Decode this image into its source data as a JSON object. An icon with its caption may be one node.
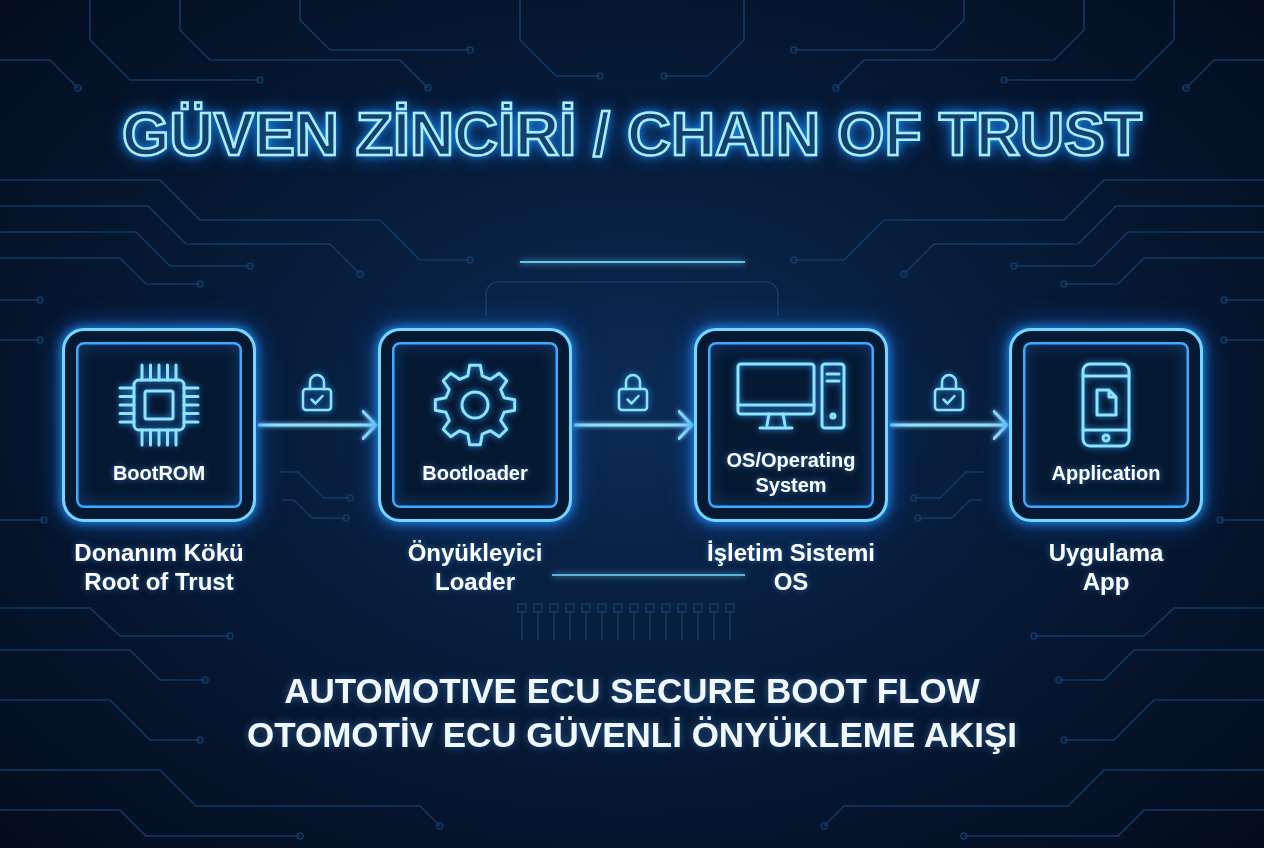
{
  "diagram": {
    "title": "GÜVEN ZİNCİRİ / CHAIN OF TRUST",
    "caption": "AUTOMOTIVE ECU SECURE BOOT FLOW OTOMOTİV ECU GÜVENLİ ÖNYÜKLEME AKIŞI",
    "nodes": [
      {
        "text": [
          "BootROM"
        ],
        "beside": [
          "Donanım Kökü",
          "Root of Trust"
        ]
      },
      {
        "text": [
          "Bootloader"
        ],
        "beside": [
          "Önyükleyici",
          "Loader"
        ]
      },
      {
        "text": [
          "OS/Operating System"
        ],
        "beside": [
          "İşletim Sistemi",
          "OS"
        ]
      },
      {
        "text": [
          "Application"
        ],
        "beside": [
          "Uygulama",
          "App"
        ]
      }
    ],
    "edges": [
      {
        "from": 0,
        "to": 1,
        "arrow": "to"
      },
      {
        "from": 1,
        "to": 2,
        "arrow": "to"
      },
      {
        "from": 2,
        "to": 3,
        "arrow": "to"
      }
    ]
  }
}
